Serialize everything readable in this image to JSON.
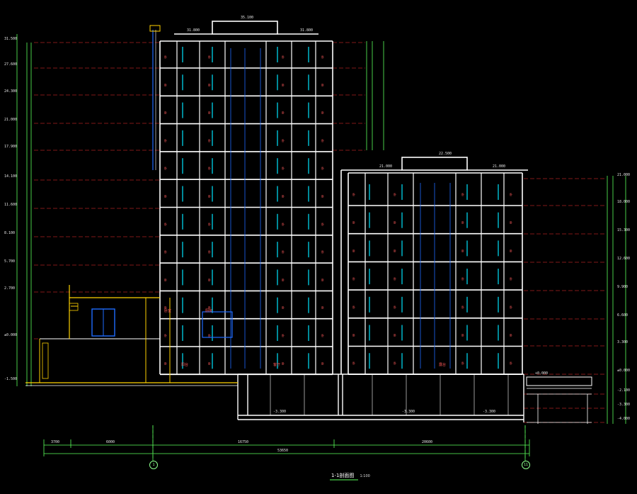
{
  "drawing": {
    "title": "1-1剖面图",
    "scale": "1:100",
    "colors": {
      "background": "#000000",
      "wall": "#ffffff",
      "floor_line": "#ff3030",
      "glass": "#00e5ff",
      "window": "#1e6bff",
      "dimension": "#5cff5c",
      "shed": "#ffd200",
      "text": "#e6e6e6"
    }
  },
  "axes": [
    {
      "id": "1"
    },
    {
      "id": "11"
    }
  ],
  "left_elevations": [
    "31.500",
    "27.600",
    "24.300",
    "21.000",
    "17.900",
    "14.100",
    "11.600",
    "8.100",
    "5.700",
    "2.700",
    "±0.000",
    "-1.500"
  ],
  "right_elevations": [
    "21.000",
    "18.000",
    "15.300",
    "12.600",
    "9.900",
    "6.600",
    "3.300",
    "±0.000",
    "-2.100",
    "-3.300",
    "-4.000"
  ],
  "bottom_dims": {
    "segments": [
      "3700",
      "6000",
      "16750",
      "20600"
    ],
    "total": "53650"
  },
  "top_labels": {
    "tower_roof": "35.100",
    "left_parapet": "31.800",
    "right_parapet": "31.800",
    "low_roof": "22.500",
    "low_left": "21.000",
    "low_right": "21.000"
  },
  "basement_labels": [
    "-3.300",
    "-3.300",
    "-3.300"
  ],
  "shed_label": "+0.000",
  "room_label_1": "卧室",
  "room_label_2": "厨房",
  "room_label_3": "阳台",
  "room_label_4": "客厅",
  "room_label_5": "露台"
}
